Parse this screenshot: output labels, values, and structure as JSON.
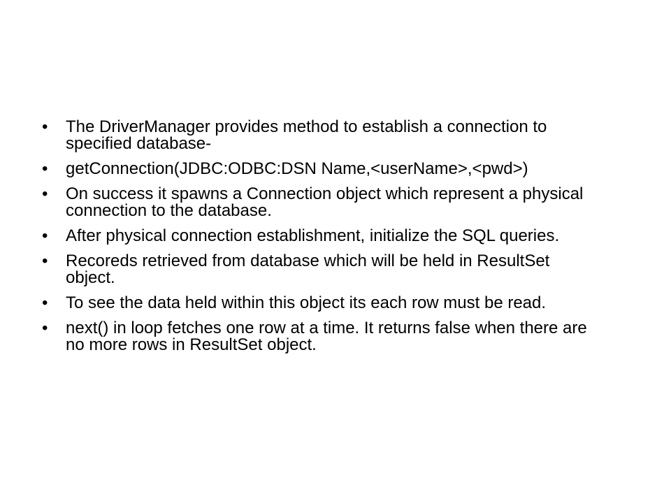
{
  "bullet_symbol": "•",
  "bullets": [
    "The DriverManager provides method to establish a connection to specified database-",
    "getConnection(JDBC:ODBC:DSN Name,<userName>,<pwd>)",
    "On success it spawns a Connection object which represent a physical connection to the database.",
    "After physical connection establishment, initialize the SQL queries.",
    "Recoreds retrieved from database which will be held in ResultSet object.",
    "To see the data held within this object its each row must be read.",
    "next() in loop fetches one row at a time. It returns false when there are no more rows in ResultSet object."
  ]
}
